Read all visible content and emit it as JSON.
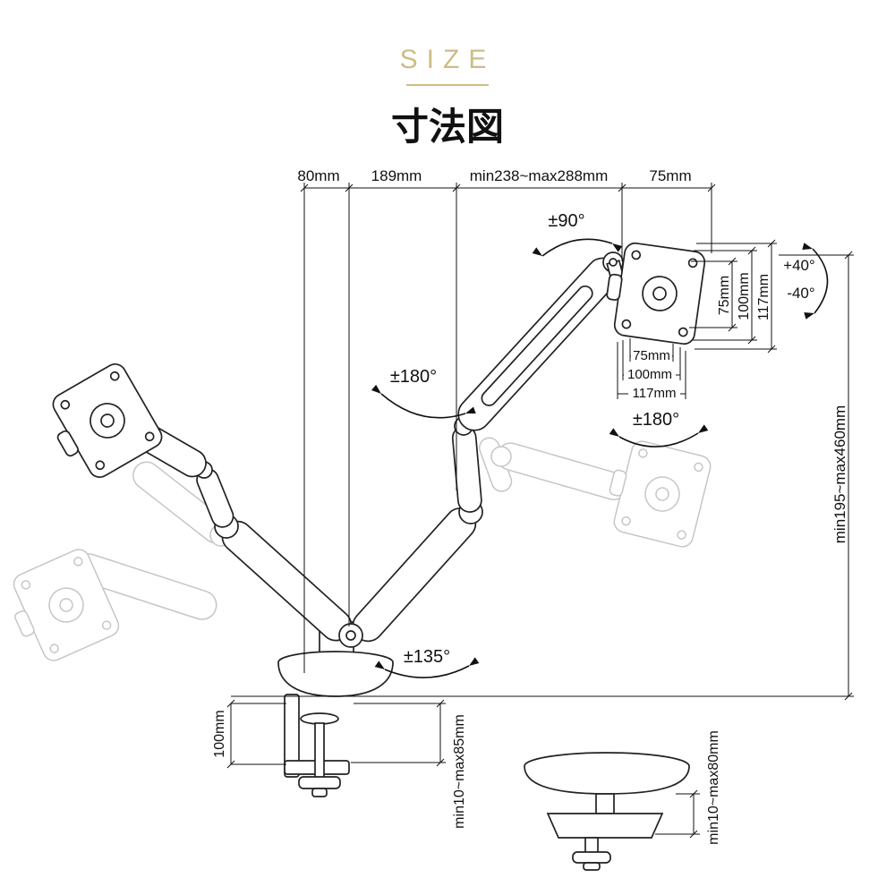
{
  "header": {
    "size_label": "SIZE",
    "title": "寸法図"
  },
  "dimensions": {
    "top_width_1": "80mm",
    "top_width_2": "189mm",
    "top_width_3": "min238~max288mm",
    "top_width_4": "75mm",
    "swivel_top": "±90°",
    "vesa_vertical": {
      "d75": "75mm",
      "d100": "100mm",
      "d117": "117mm"
    },
    "tilt": {
      "up": "+40°",
      "down": "-40°"
    },
    "vesa_horizontal": {
      "d75": "75mm",
      "d100": "100mm",
      "d117": "117mm"
    },
    "swivel_upper_arm": "±180°",
    "swivel_lower_arm": "±180°",
    "height_range": "min195~max460mm",
    "swivel_base": "±135°",
    "clamp_height": "100mm",
    "clamp_range": "min10~max85mm",
    "grommet_range": "min10~max80mm"
  },
  "colors": {
    "accent": "#cdbc85",
    "line": "#111111",
    "ghost": "#c6c6c6"
  }
}
